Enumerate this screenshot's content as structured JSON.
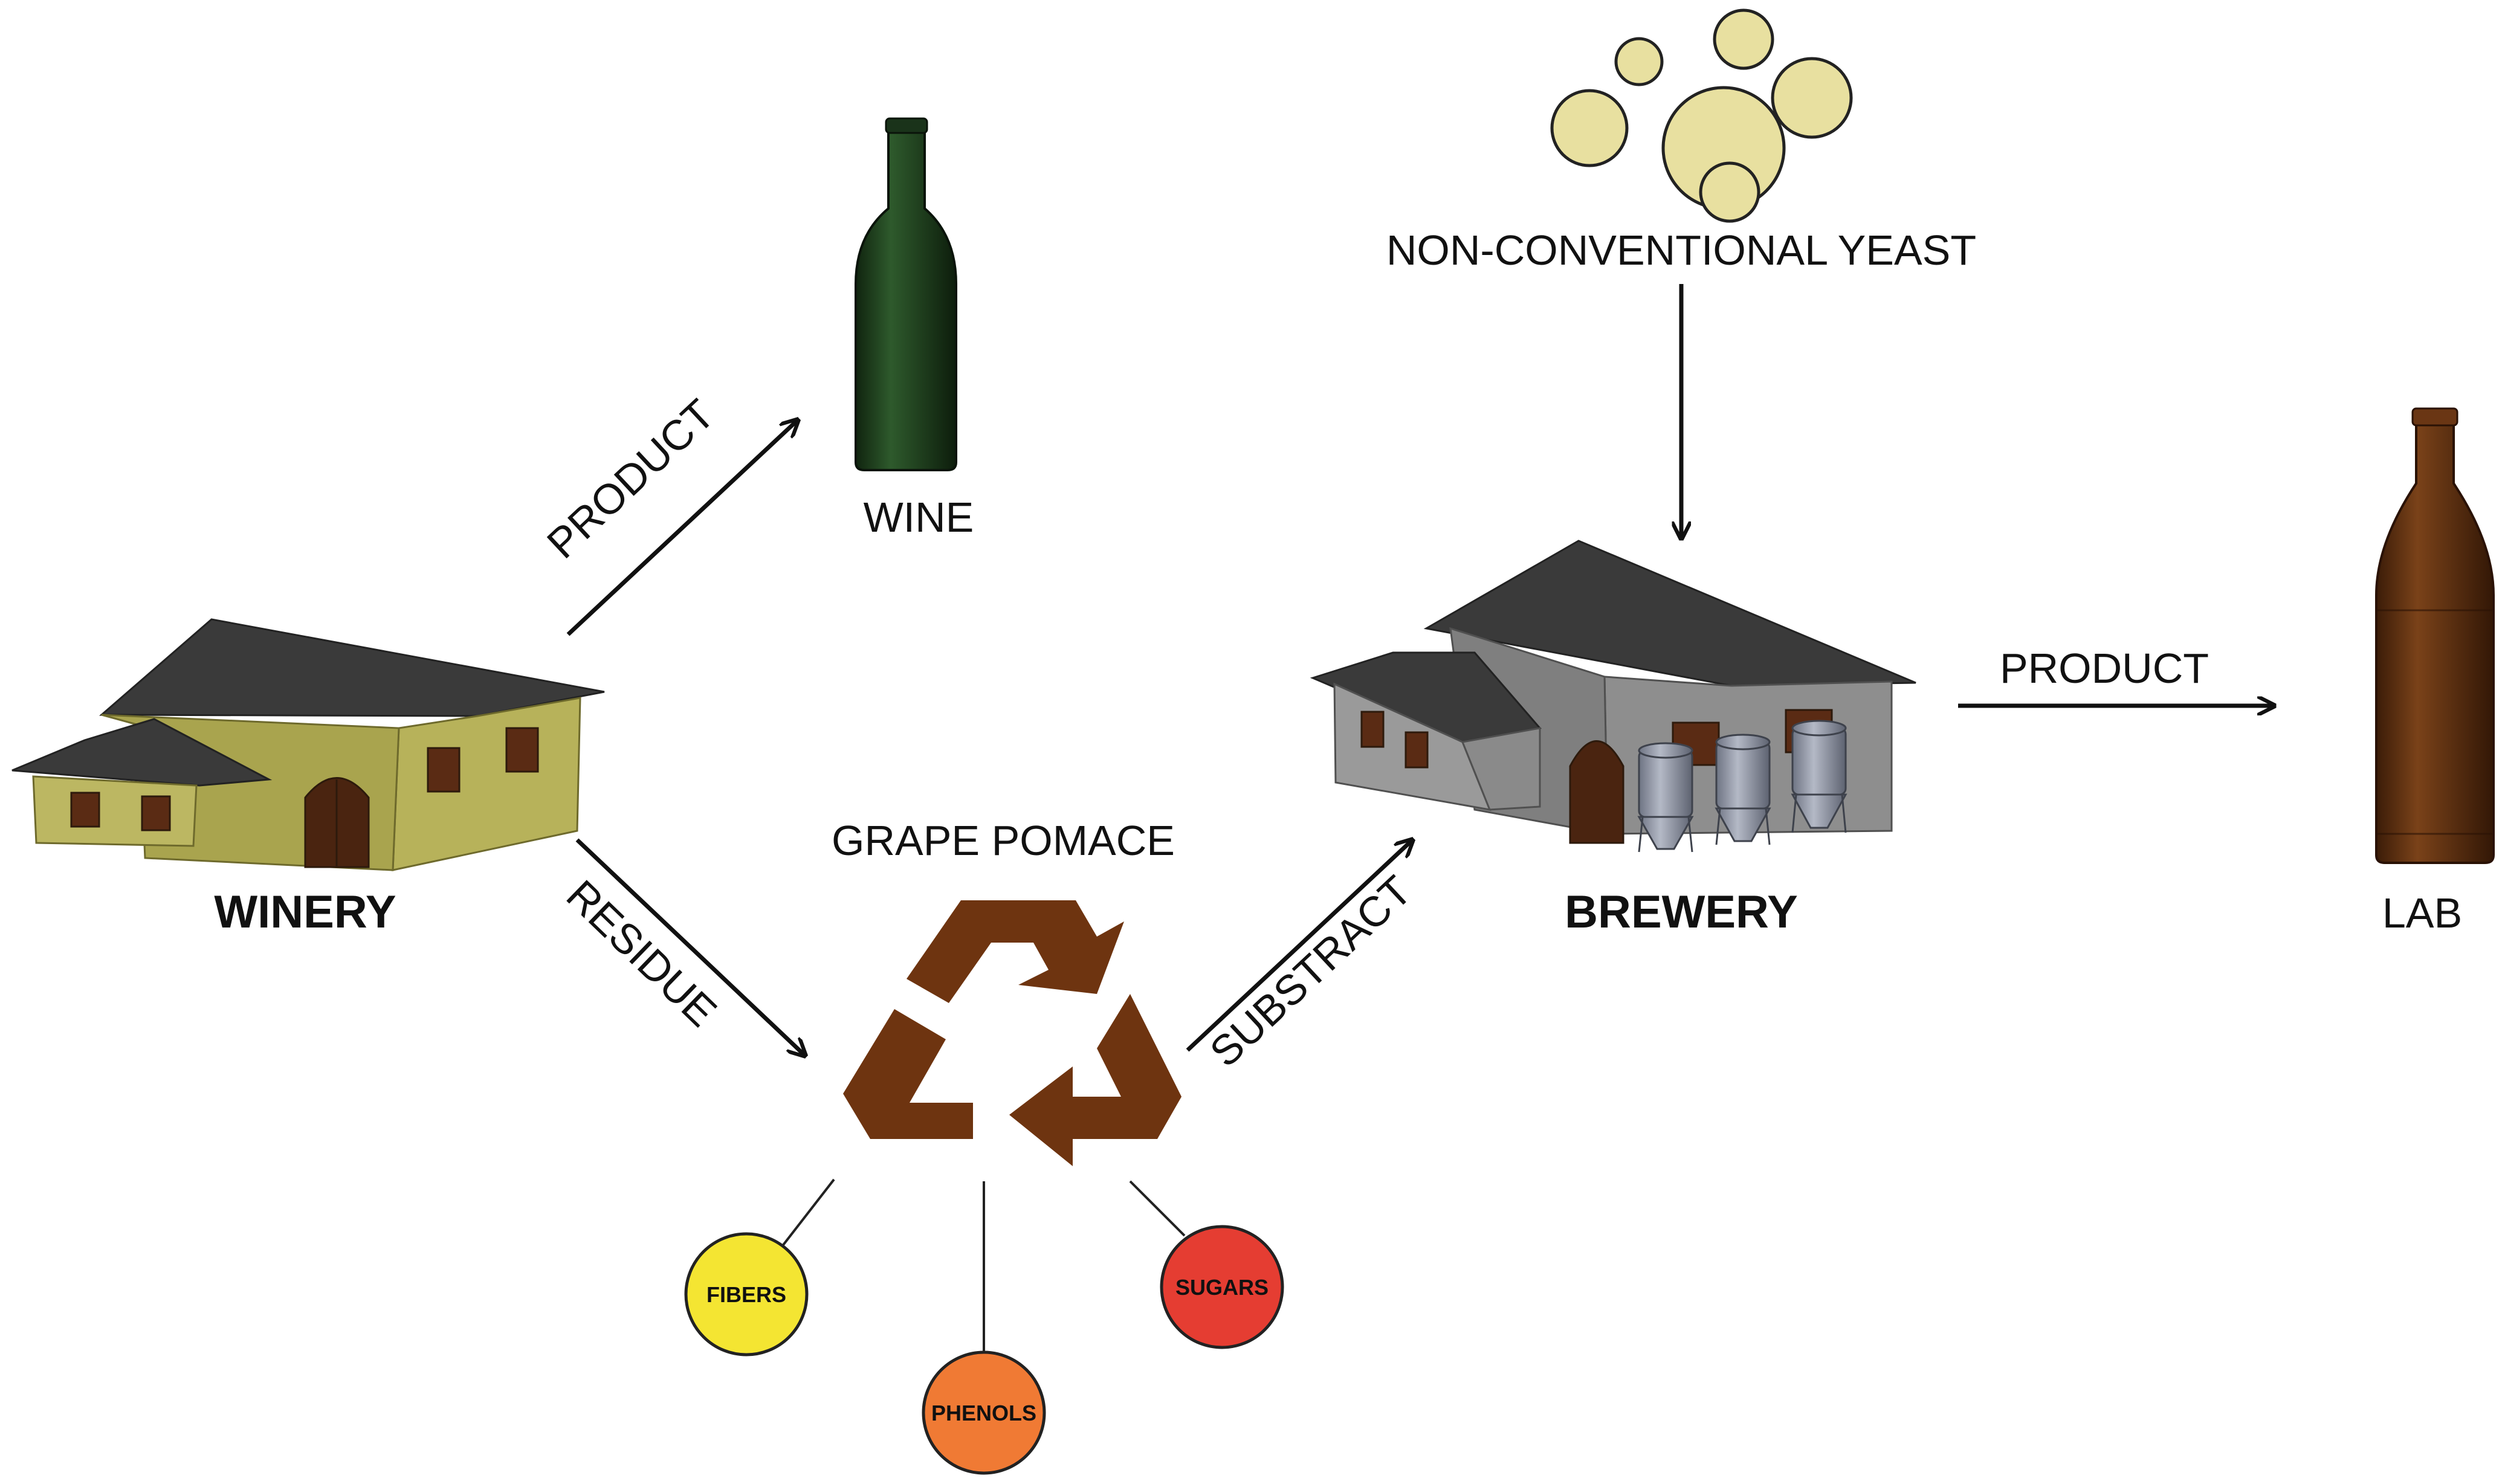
{
  "nodes": {
    "winery": {
      "label": "WINERY"
    },
    "wine": {
      "label": "WINE"
    },
    "grape_pomace": {
      "label": "GRAPE POMACE"
    },
    "brewery": {
      "label": "BREWERY"
    },
    "yeast": {
      "label": "NON-CONVENTIONAL YEAST"
    },
    "lab": {
      "label": "LAB"
    }
  },
  "edges": {
    "winery_to_wine": {
      "label": "PRODUCT"
    },
    "winery_to_pomace": {
      "label": "RESIDUE"
    },
    "pomace_to_brewery": {
      "label": "SUBSTRACT"
    },
    "brewery_to_lab": {
      "label": "PRODUCT"
    }
  },
  "components": [
    {
      "label": "FIBERS",
      "color": "#f4e532"
    },
    {
      "label": "PHENOLS",
      "color": "#f07a34"
    },
    {
      "label": "SUGARS",
      "color": "#e53d32"
    }
  ],
  "colors": {
    "winery_wall": "#b7b25a",
    "brewery_wall": "#8e8e8e",
    "roof": "#3a3a3a",
    "wine_bottle": "#1f3a1f",
    "beer_bottle": "#5a2e12",
    "recycle": "#6e3410",
    "yeast": "#e8e0a0"
  }
}
